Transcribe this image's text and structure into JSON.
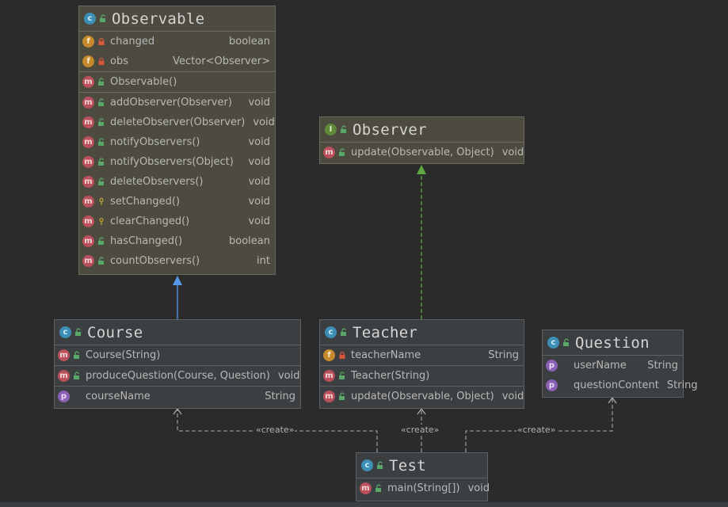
{
  "classes": {
    "observable": {
      "name": "Observable",
      "kind_icon": "class-icon",
      "fields": [
        {
          "name": "changed",
          "type": "boolean",
          "icon": "field-icon",
          "visibility": "private"
        },
        {
          "name": "obs",
          "type": "Vector<Observer>",
          "icon": "field-icon",
          "visibility": "private"
        }
      ],
      "constructors": [
        {
          "name": "Observable()",
          "type": "",
          "icon": "method-icon",
          "visibility": "public"
        }
      ],
      "methods": [
        {
          "name": "addObserver(Observer)",
          "type": "void",
          "icon": "method-icon",
          "visibility": "public"
        },
        {
          "name": "deleteObserver(Observer)",
          "type": "void",
          "icon": "method-icon",
          "visibility": "public"
        },
        {
          "name": "notifyObservers()",
          "type": "void",
          "icon": "method-icon",
          "visibility": "public"
        },
        {
          "name": "notifyObservers(Object)",
          "type": "void",
          "icon": "method-icon",
          "visibility": "public"
        },
        {
          "name": "deleteObservers()",
          "type": "void",
          "icon": "method-icon",
          "visibility": "public"
        },
        {
          "name": "setChanged()",
          "type": "void",
          "icon": "method-icon",
          "visibility": "protected"
        },
        {
          "name": "clearChanged()",
          "type": "void",
          "icon": "method-icon",
          "visibility": "protected"
        },
        {
          "name": "hasChanged()",
          "type": "boolean",
          "icon": "method-icon",
          "visibility": "public"
        },
        {
          "name": "countObservers()",
          "type": "int",
          "icon": "method-icon",
          "visibility": "public"
        }
      ]
    },
    "observer": {
      "name": "Observer",
      "kind_icon": "interface-icon",
      "methods": [
        {
          "name": "update(Observable, Object)",
          "type": "void",
          "icon": "abstract-method-icon",
          "visibility": "public"
        }
      ]
    },
    "course": {
      "name": "Course",
      "kind_icon": "class-icon",
      "constructors": [
        {
          "name": "Course(String)",
          "type": "",
          "icon": "method-icon",
          "visibility": "public"
        }
      ],
      "methods": [
        {
          "name": "produceQuestion(Course, Question)",
          "type": "void",
          "icon": "method-icon",
          "visibility": "public"
        }
      ],
      "properties": [
        {
          "name": "courseName",
          "type": "String",
          "icon": "property-icon",
          "visibility": "none"
        }
      ]
    },
    "teacher": {
      "name": "Teacher",
      "kind_icon": "class-icon",
      "fields": [
        {
          "name": "teacherName",
          "type": "String",
          "icon": "field-icon",
          "visibility": "private"
        }
      ],
      "constructors": [
        {
          "name": "Teacher(String)",
          "type": "",
          "icon": "method-icon",
          "visibility": "public"
        }
      ],
      "methods": [
        {
          "name": "update(Observable, Object)",
          "type": "void",
          "icon": "method-icon",
          "visibility": "public"
        }
      ]
    },
    "question": {
      "name": "Question",
      "kind_icon": "class-icon",
      "properties": [
        {
          "name": "userName",
          "type": "String",
          "icon": "property-icon",
          "visibility": "none"
        },
        {
          "name": "questionContent",
          "type": "String",
          "icon": "property-icon",
          "visibility": "none"
        }
      ]
    },
    "test": {
      "name": "Test",
      "kind_icon": "runnable-class-icon",
      "methods": [
        {
          "name": "main(String[])",
          "type": "void",
          "icon": "method-icon",
          "visibility": "public"
        }
      ]
    }
  },
  "connectors": {
    "create_course": "«create»",
    "create_teacher": "«create»",
    "create_question": "«create»"
  },
  "colors": {
    "background": "#2b2b2b",
    "selected_class_bg": "#4d4b3f",
    "class_bg": "#3c3f41",
    "extends_arrow": "#5897e8",
    "implements_arrow": "#5da640",
    "dependency_line": "#b0b0b0"
  }
}
